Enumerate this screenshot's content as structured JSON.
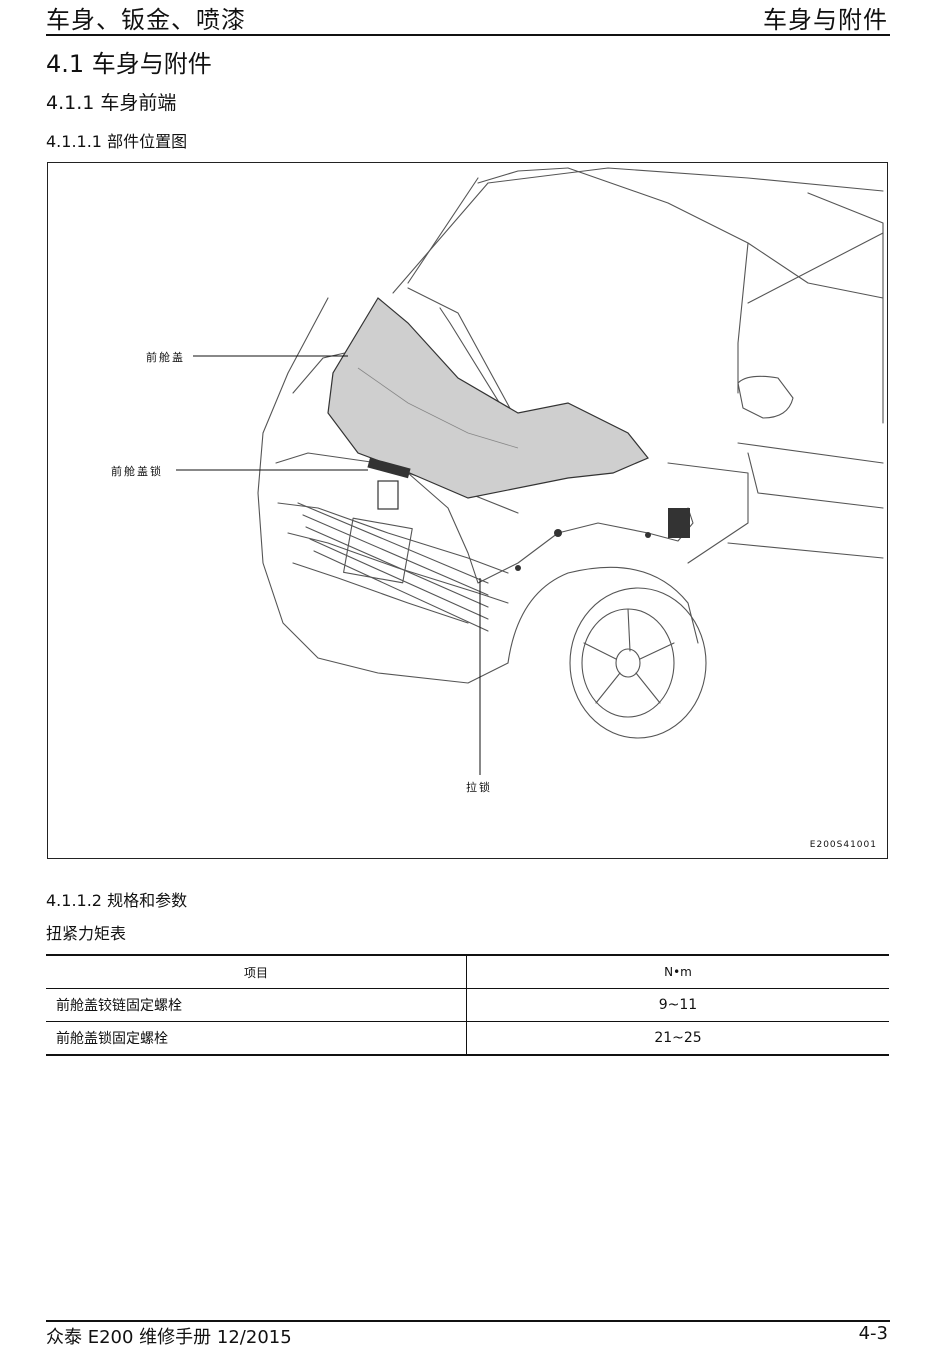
{
  "header": {
    "left": "车身、钣金、喷漆",
    "right": "车身与附件"
  },
  "section": {
    "h1": "4.1 车身与附件",
    "h2": "4.1.1 车身前端",
    "h3": "4.1.1.1 部件位置图"
  },
  "figure": {
    "callouts": {
      "hood": "前舱盖",
      "hood_lock": "前舱盖锁",
      "cable": "拉锁"
    },
    "code": "E200S41001"
  },
  "specs": {
    "title": "4.1.1.2 规格和参数",
    "table_title": "扭紧力矩表",
    "columns": [
      "项目",
      "N•m"
    ],
    "rows": [
      [
        "前舱盖铰链固定螺栓",
        "9~11"
      ],
      [
        "前舱盖锁固定螺栓",
        "21~25"
      ]
    ]
  },
  "footer": {
    "left": "众泰 E200 维修手册 12/2015",
    "right": "4-3"
  }
}
